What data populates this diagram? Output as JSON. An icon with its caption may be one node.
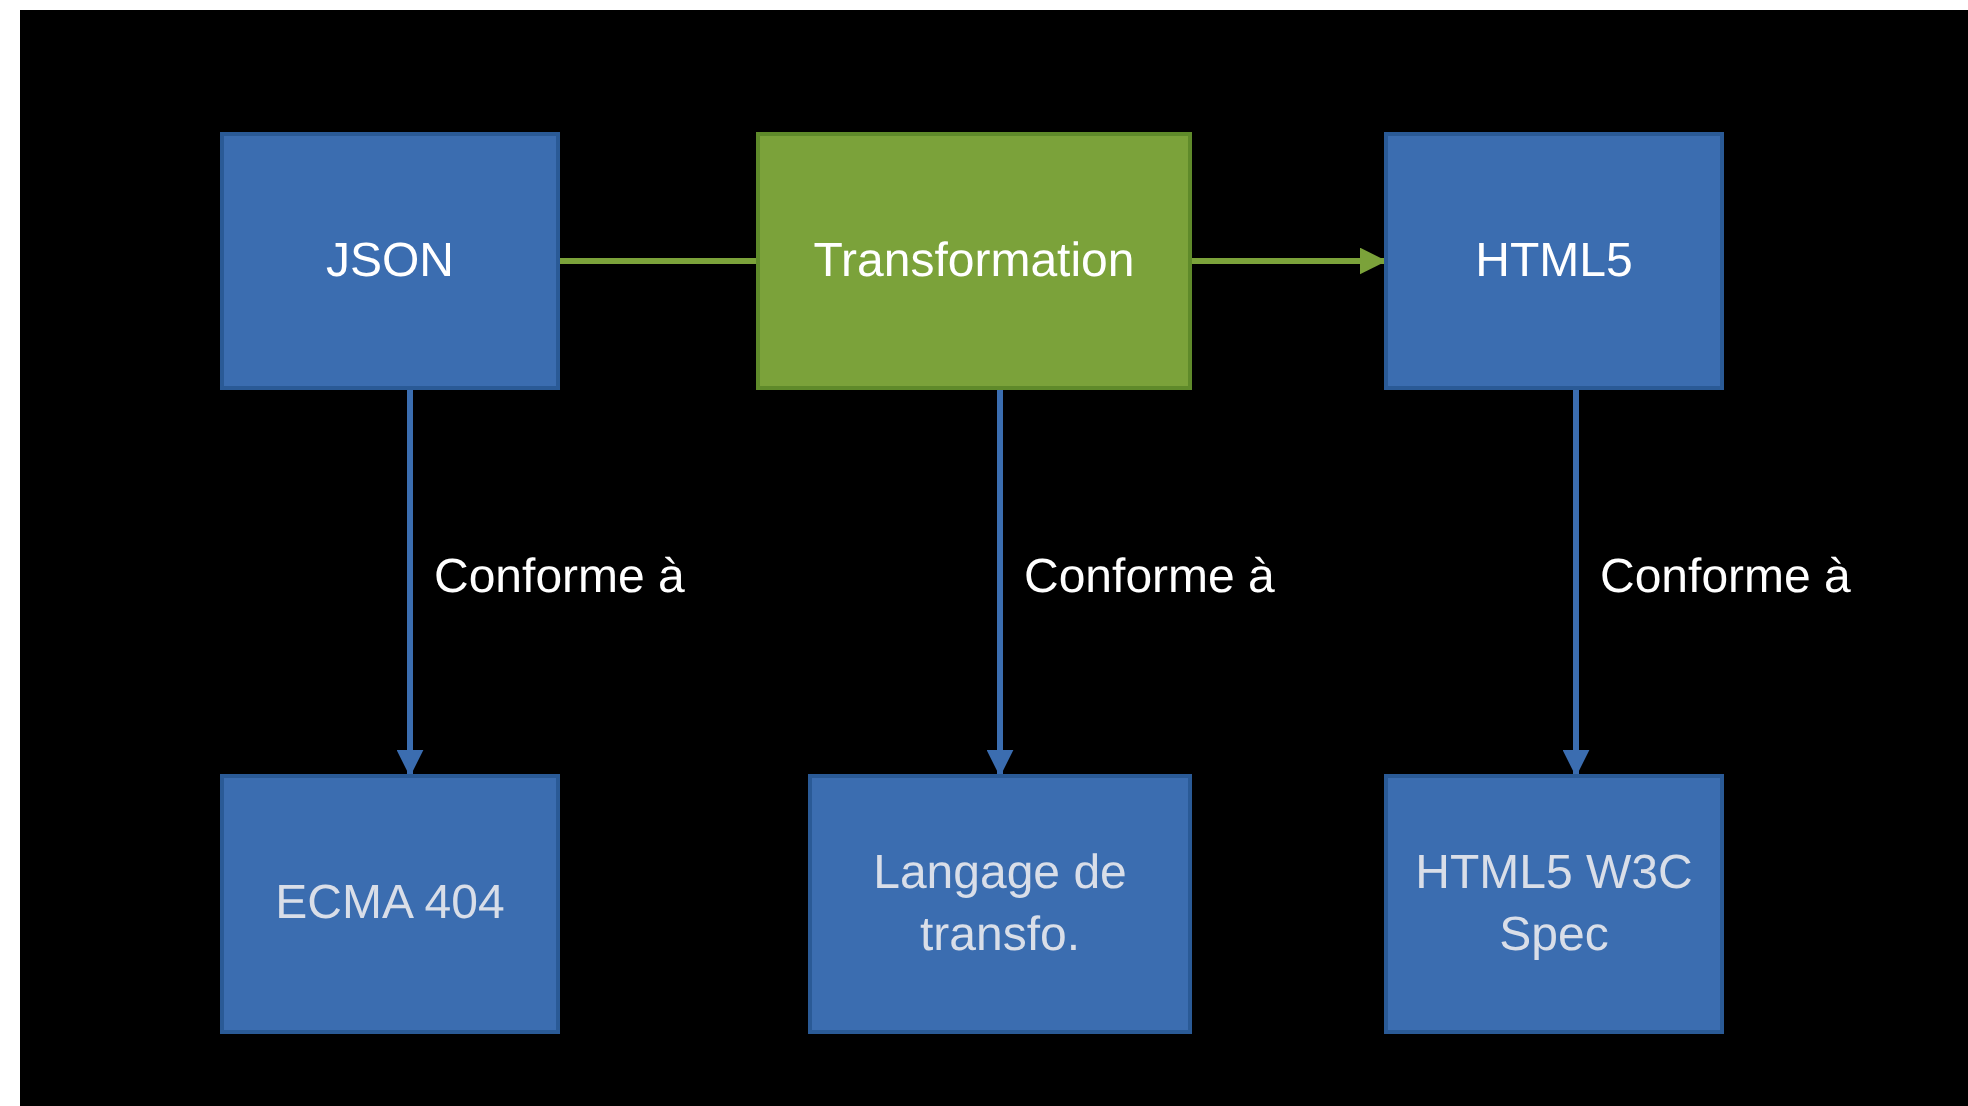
{
  "diagram": {
    "nodes": [
      {
        "text": [
          "JSON"
        ]
      },
      {
        "text": [
          "Transformation"
        ]
      },
      {
        "text": [
          "HTML5"
        ]
      },
      {
        "text": [
          "ECMA 404"
        ]
      },
      {
        "text": [
          "Langage de transfo."
        ]
      },
      {
        "text": [
          "HTML5 W3C Spec"
        ]
      }
    ],
    "edges": [
      {
        "from": 0,
        "to": 1,
        "arrow": "none",
        "color": "#7ba23a"
      },
      {
        "from": 1,
        "to": 2,
        "arrow": "to",
        "color": "#7ba23a"
      },
      {
        "from": 0,
        "to": 3,
        "arrow": "to",
        "label": "Conforme à"
      },
      {
        "from": 1,
        "to": 4,
        "arrow": "to",
        "label": "Conforme à"
      },
      {
        "from": 2,
        "to": 5,
        "arrow": "to",
        "label": "Conforme à"
      }
    ]
  }
}
